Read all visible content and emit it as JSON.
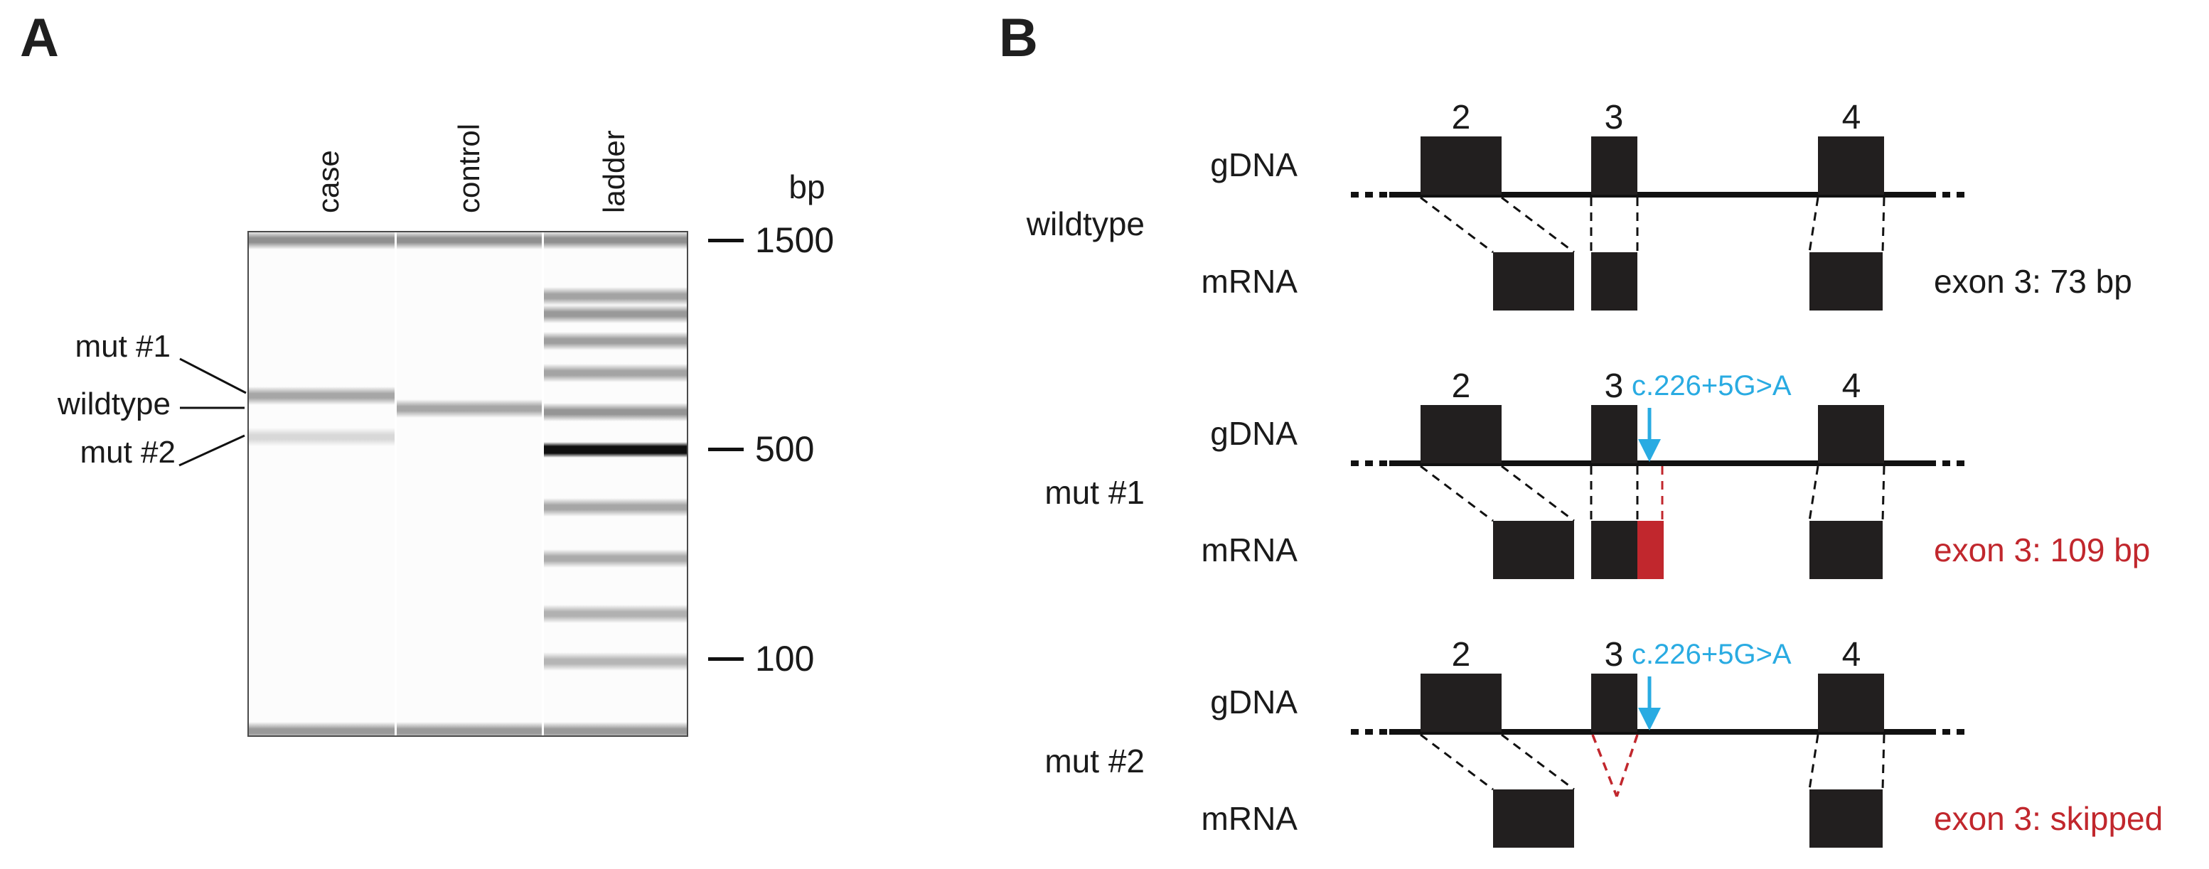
{
  "figure": {
    "panelA": {
      "label": "A",
      "lane_labels": [
        "case",
        "control",
        "ladder"
      ],
      "unit": "bp",
      "size_markers": [
        "1500",
        "500",
        "100"
      ],
      "band_annotations": [
        "mut #1",
        "wildtype",
        "mut #2"
      ]
    },
    "panelB": {
      "label": "B",
      "exon_numbers": [
        "2",
        "3",
        "4"
      ],
      "rows": [
        {
          "name": "wildtype",
          "gdna_label": "gDNA",
          "mrna_label": "mRNA",
          "mutation": "",
          "result": "exon 3: 73 bp"
        },
        {
          "name": "mut #1",
          "gdna_label": "gDNA",
          "mrna_label": "mRNA",
          "mutation": "c.226+5G>A",
          "result": "exon 3: 109 bp"
        },
        {
          "name": "mut #2",
          "gdna_label": "gDNA",
          "mrna_label": "mRNA",
          "mutation": "c.226+5G>A",
          "result": "exon 3: skipped"
        }
      ],
      "colors": {
        "mutation_annotation": "#29ABE2",
        "aberrant_highlight": "#C1272D",
        "exon_fill": "#221f1f"
      }
    }
  }
}
